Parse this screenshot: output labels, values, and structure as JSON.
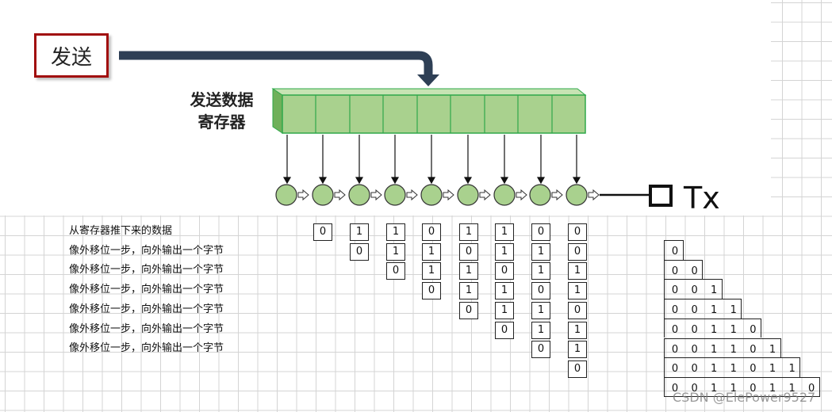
{
  "title": "发送",
  "register_label_line1": "发送数据",
  "register_label_line2": "寄存器",
  "tx_label": "Tx",
  "watermark": "CSDN @ElePower9527",
  "rows": [
    {
      "label": "从寄存器推下来的数据",
      "bits": [
        "0",
        "1",
        "1",
        "0",
        "1",
        "1",
        "0",
        "0"
      ]
    },
    {
      "label": "像外移位一步，向外输出一个字节",
      "bits": [
        "0",
        "1",
        "1",
        "0",
        "1",
        "1",
        "0"
      ]
    },
    {
      "label": "像外移位一步，向外输出一个字节",
      "bits": [
        "0",
        "1",
        "1",
        "0",
        "1",
        "1"
      ]
    },
    {
      "label": "像外移位一步，向外输出一个字节",
      "bits": [
        "0",
        "1",
        "1",
        "0",
        "1"
      ]
    },
    {
      "label": "像外移位一步，向外输出一个字节",
      "bits": [
        "0",
        "1",
        "1",
        "0"
      ]
    },
    {
      "label": "像外移位一步，向外输出一个字节",
      "bits": [
        "0",
        "1",
        "1"
      ]
    },
    {
      "label": "像外移位一步，向外输出一个字节",
      "bits": [
        "0",
        "1"
      ]
    },
    {
      "label": "",
      "bits": [
        "0"
      ]
    }
  ],
  "output_rows": [
    [
      "0"
    ],
    [
      "0",
      "0"
    ],
    [
      "0",
      "0",
      "1"
    ],
    [
      "0",
      "0",
      "1",
      "1"
    ],
    [
      "0",
      "0",
      "1",
      "1",
      "0"
    ],
    [
      "0",
      "0",
      "1",
      "1",
      "0",
      "1"
    ],
    [
      "0",
      "0",
      "1",
      "1",
      "0",
      "1",
      "1"
    ],
    [
      "0",
      "0",
      "1",
      "1",
      "0",
      "1",
      "1",
      "0"
    ]
  ],
  "colors": {
    "register_fill": "#a9d18e",
    "register_border": "#2fa84a",
    "send_border": "#a10d0d",
    "arrow": "#2e3f55"
  }
}
